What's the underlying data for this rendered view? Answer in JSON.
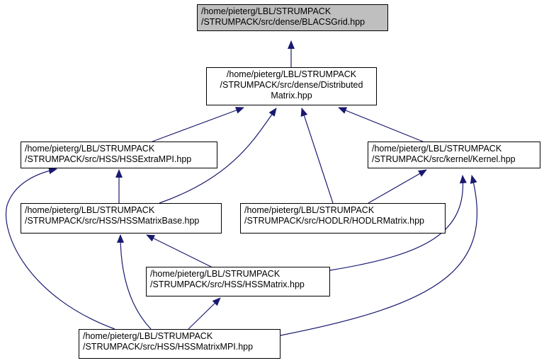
{
  "colors": {
    "edge": "#191970",
    "root_fill": "#bfbfbf",
    "node_fill": "#ffffff",
    "border": "#000000"
  },
  "nodes": {
    "blacsgrid": {
      "lines": [
        "/home/pieterg/LBL/STRUMPACK",
        "/STRUMPACK/src/dense/BLACSGrid.hpp"
      ]
    },
    "distmatrix": {
      "lines": [
        "/home/pieterg/LBL/STRUMPACK",
        "/STRUMPACK/src/dense/Distributed",
        "Matrix.hpp"
      ]
    },
    "hssextrampi": {
      "lines": [
        "/home/pieterg/LBL/STRUMPACK",
        "/STRUMPACK/src/HSS/HSSExtraMPI.hpp"
      ]
    },
    "kernel": {
      "lines": [
        "/home/pieterg/LBL/STRUMPACK",
        "/STRUMPACK/src/kernel/Kernel.hpp"
      ]
    },
    "hssmatbase": {
      "lines": [
        "/home/pieterg/LBL/STRUMPACK",
        "/STRUMPACK/src/HSS/HSSMatrixBase.hpp"
      ]
    },
    "hodlr": {
      "lines": [
        "/home/pieterg/LBL/STRUMPACK",
        "/STRUMPACK/src/HODLR/HODLRMatrix.hpp"
      ]
    },
    "hssmatrix": {
      "lines": [
        "/home/pieterg/LBL/STRUMPACK",
        "/STRUMPACK/src/HSS/HSSMatrix.hpp"
      ]
    },
    "hssmatmpi": {
      "lines": [
        "/home/pieterg/LBL/STRUMPACK",
        "/STRUMPACK/src/HSS/HSSMatrixMPI.hpp"
      ]
    }
  }
}
